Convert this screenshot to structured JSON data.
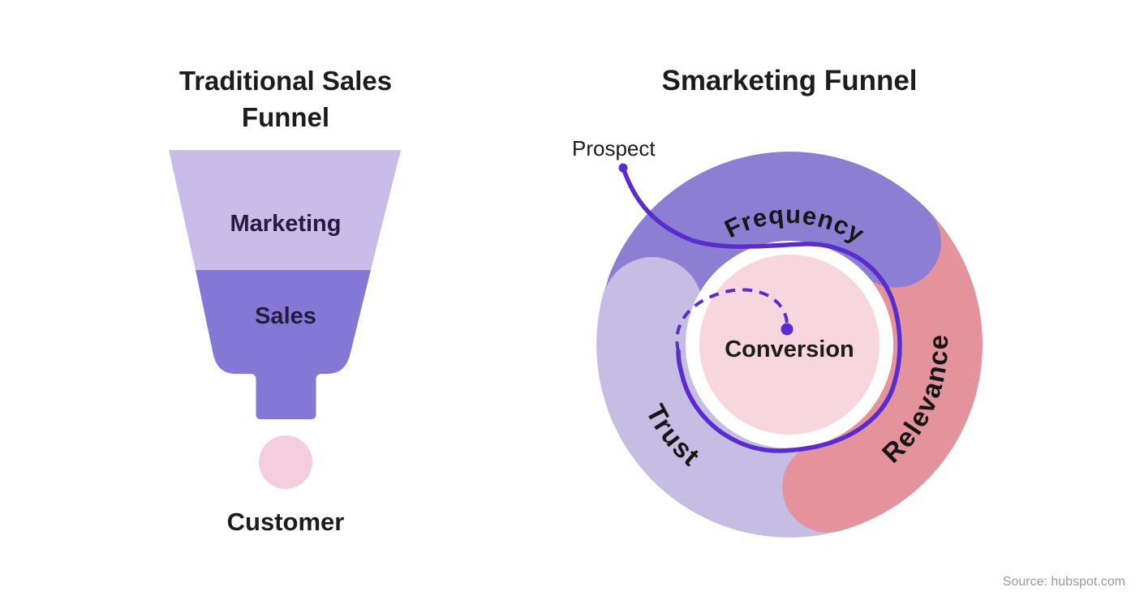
{
  "left_panel": {
    "title_line1": "Traditional Sales",
    "title_line2": "Funnel",
    "stage_top": "Marketing",
    "stage_bottom": "Sales",
    "outcome_label": "Customer"
  },
  "right_panel": {
    "title": "Smarketing Funnel",
    "entry_label": "Prospect",
    "segment_top": "Frequency",
    "segment_right": "Relevance",
    "segment_left": "Trust",
    "center_label": "Conversion"
  },
  "footer": {
    "source": "Source: hubspot.com"
  },
  "colors": {
    "background": "#ffffff",
    "funnel_marketing": "#c9bce9",
    "funnel_sales": "#8577d5",
    "ring_frequency": "#8b7ed3",
    "ring_relevance": "#e4929c",
    "ring_trust": "#c6bde5",
    "customer_pink": "#f5cedd",
    "conversion_pink": "#f7d6e0",
    "journey_purple": "#5b2ccd",
    "text_dark": "#1c1c1c",
    "funnel_label_dark": "#241b3e",
    "source_gray": "#9b9b9b"
  }
}
